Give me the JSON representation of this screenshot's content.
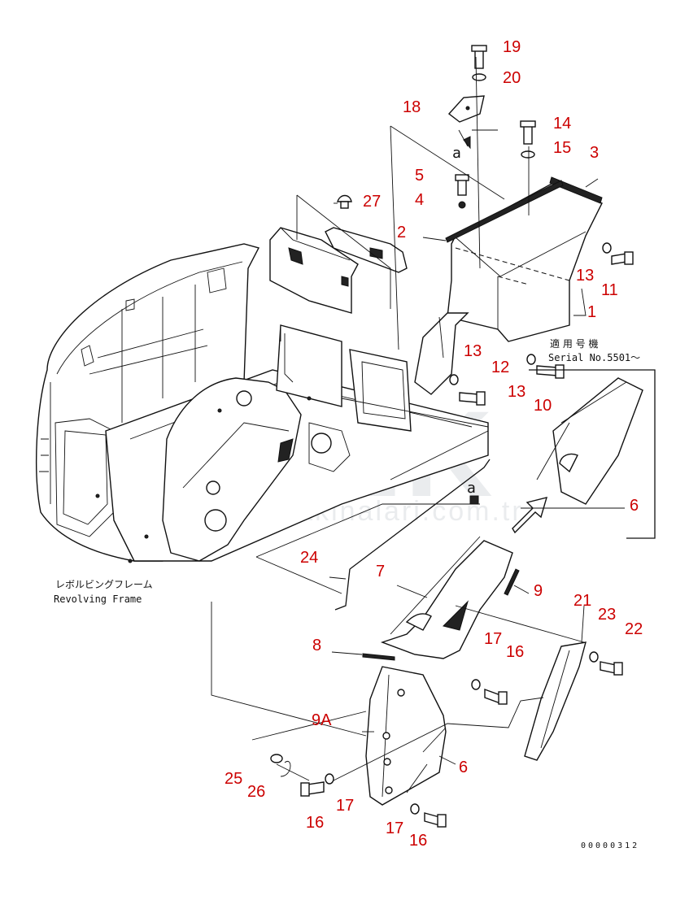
{
  "callouts": {
    "p1": "1",
    "p2": "2",
    "p3": "3",
    "p4": "4",
    "p5": "5",
    "p6a": "6",
    "p6b": "6",
    "p7": "7",
    "p8": "8",
    "p9": "9",
    "p9a": "9A",
    "p10": "10",
    "p11": "11",
    "p12": "12",
    "p13a": "13",
    "p13b": "13",
    "p13c": "13",
    "p14": "14",
    "p15": "15",
    "p16a": "16",
    "p16b": "16",
    "p16c": "16",
    "p17a": "17",
    "p17b": "17",
    "p17c": "17",
    "p18": "18",
    "p19": "19",
    "p20": "20",
    "p21": "21",
    "p22": "22",
    "p23": "23",
    "p24": "24",
    "p25": "25",
    "p26": "26",
    "p27": "27"
  },
  "labels": {
    "serial_jp": "適 用 号 機",
    "serial_en": "Serial No.5501～",
    "frame_jp": "レボルビングフレーム",
    "frame_en": "Revolving Frame",
    "view_a_top": "a",
    "view_a_bottom": "a",
    "drawing_number": "00000312"
  },
  "watermark": {
    "logo": "ÖRNEK",
    "url": "www.ornekismakinalari.com.tr"
  },
  "colors": {
    "callout": "#cc0000",
    "line": "#111111",
    "watermark": "#7d8896"
  }
}
